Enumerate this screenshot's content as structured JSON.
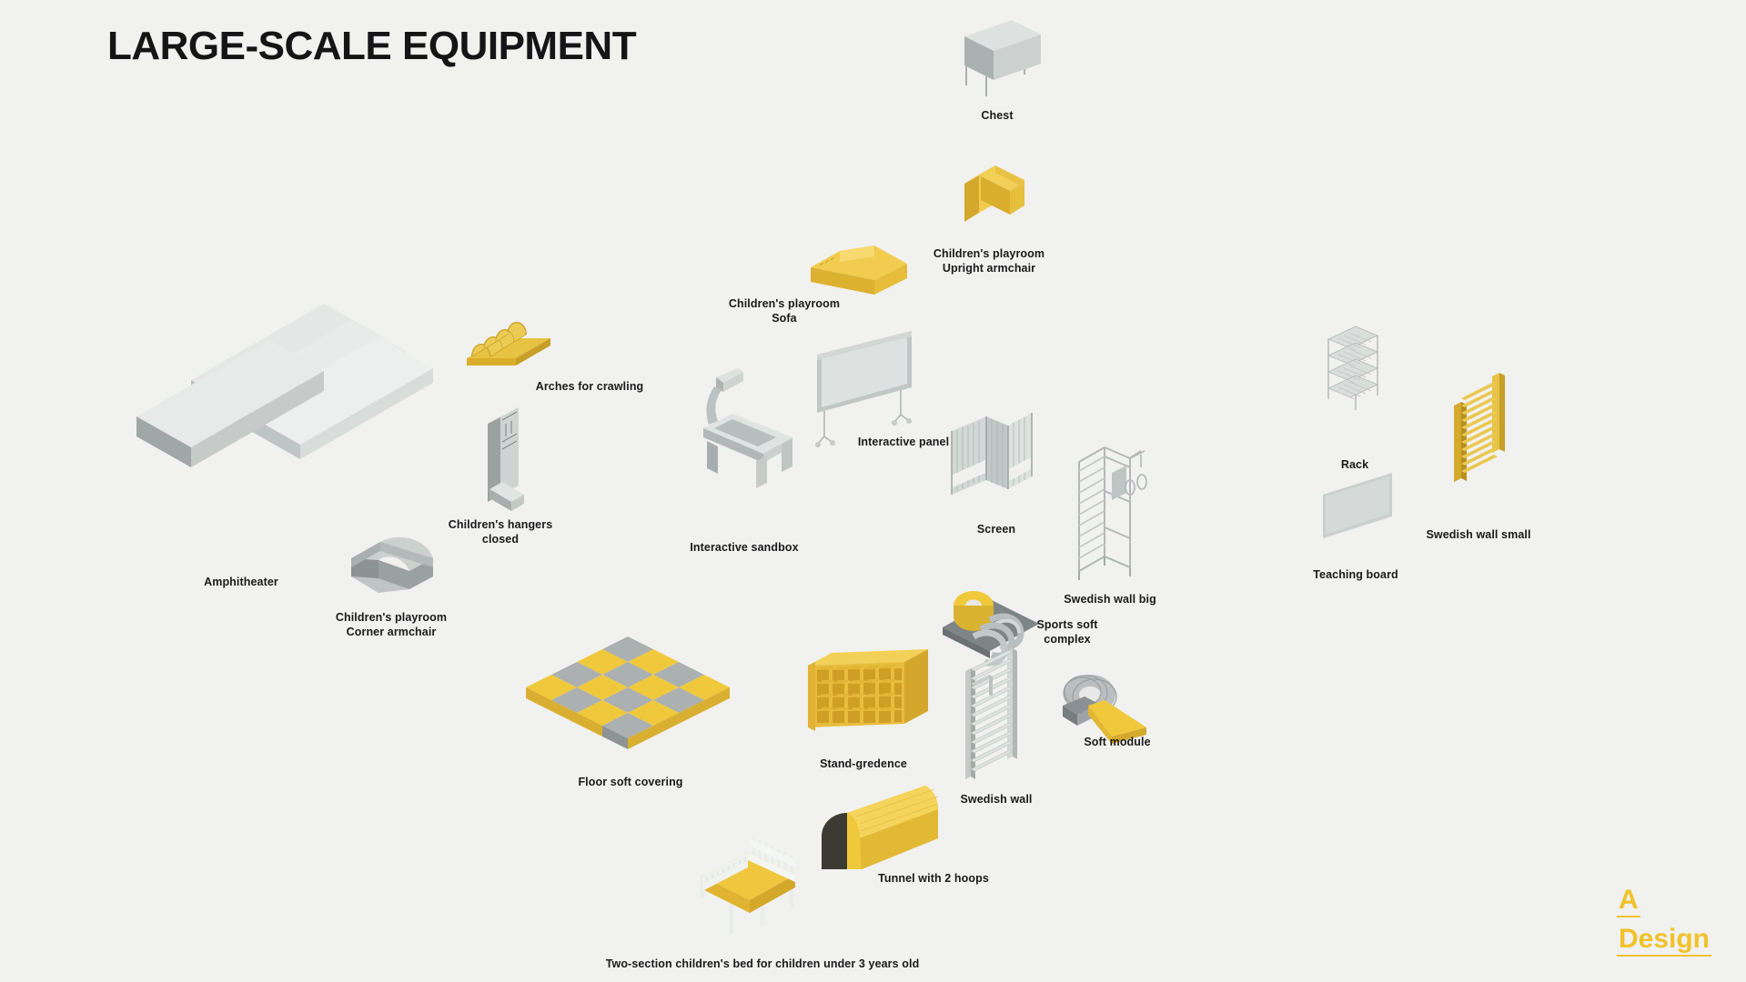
{
  "page": {
    "title": "LARGE-SCALE EQUIPMENT",
    "background_color": "#f1f1ef",
    "accent_yellow": "#f0c22b",
    "accent_gray": "#a9aeae",
    "text_color": "#18181a"
  },
  "logo": {
    "line1": "A",
    "line2": "Design",
    "color": "#f0c22b"
  },
  "items": [
    {
      "id": "amphitheater",
      "label": "Amphitheater",
      "color": "gray"
    },
    {
      "id": "arches",
      "label": "Arches for crawling",
      "color": "yellow"
    },
    {
      "id": "hangers",
      "label": "Children's hangers\nclosed",
      "color": "gray"
    },
    {
      "id": "corner-armchair",
      "label": "Children's playroom\nCorner armchair",
      "color": "gray"
    },
    {
      "id": "chest",
      "label": "Chest",
      "color": "gray"
    },
    {
      "id": "upright-armchair",
      "label": "Children's playroom\nUpright armchair",
      "color": "yellow"
    },
    {
      "id": "sofa",
      "label": "Children's playroom\nSofa",
      "color": "yellow"
    },
    {
      "id": "interactive-panel",
      "label": "Interactive panel",
      "color": "gray"
    },
    {
      "id": "interactive-sandbox",
      "label": "Interactive sandbox",
      "color": "gray"
    },
    {
      "id": "screen",
      "label": "Screen",
      "color": "gray"
    },
    {
      "id": "swedish-wall-big",
      "label": "Swedish wall big",
      "color": "gray"
    },
    {
      "id": "rack",
      "label": "Rack",
      "color": "gray"
    },
    {
      "id": "teaching-board",
      "label": "Teaching board",
      "color": "gray"
    },
    {
      "id": "swedish-wall-small",
      "label": "Swedish wall small",
      "color": "yellow"
    },
    {
      "id": "floor-soft-covering",
      "label": "Floor soft covering",
      "color": "mixed"
    },
    {
      "id": "stand-gredence",
      "label": "Stand-gredence",
      "color": "yellow"
    },
    {
      "id": "sports-soft-complex",
      "label": "Sports soft\ncomplex",
      "color": "mixed"
    },
    {
      "id": "soft-module",
      "label": "Soft module",
      "color": "mixed"
    },
    {
      "id": "swedish-wall",
      "label": "Swedish wall",
      "color": "gray"
    },
    {
      "id": "tunnel",
      "label": "Tunnel with 2 hoops",
      "color": "yellow"
    },
    {
      "id": "childrens-bed",
      "label": "Two-section children's bed for children under 3 years old",
      "color": "yellow"
    }
  ]
}
